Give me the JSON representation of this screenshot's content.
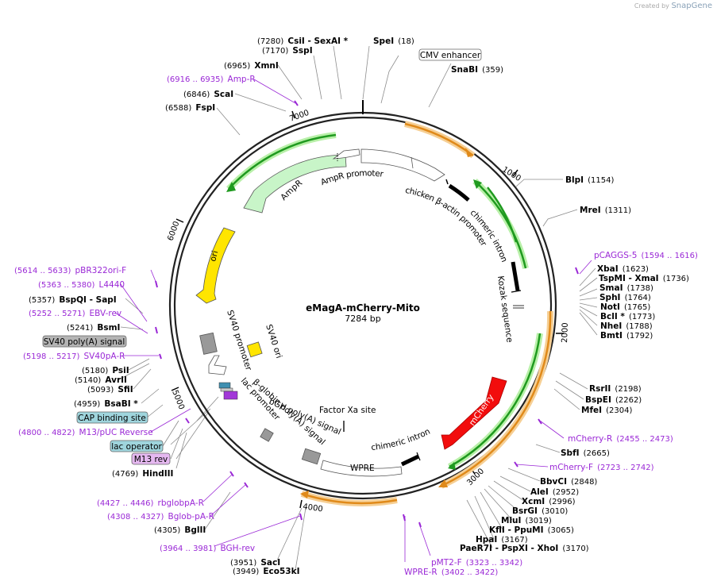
{
  "brand": {
    "prefix": "Created by",
    "name": "SnapGene"
  },
  "plasmid": {
    "name": "eMagA-mCherry-Mito",
    "size": "7284 bp"
  },
  "ticks": [
    "1000",
    "2000",
    "3000",
    "4000",
    "5000",
    "6000",
    "7000"
  ],
  "enzymes": [
    {
      "pos": "(7280)",
      "name": "CsiI",
      "extra": " - SexAI *"
    },
    {
      "pos": "(7170)",
      "name": "SspI"
    },
    {
      "pos": "(18)",
      "name": "SpeI"
    },
    {
      "pos": "(6965)",
      "name": "XmnI"
    },
    {
      "pos": "(359)",
      "name": "SnaBI"
    },
    {
      "pos": "(6846)",
      "name": "ScaI"
    },
    {
      "pos": "(6588)",
      "name": "FspI"
    },
    {
      "pos": "(1154)",
      "name": "BlpI"
    },
    {
      "pos": "(1311)",
      "name": "MreI"
    },
    {
      "pos": "(1623)",
      "name": "XbaI"
    },
    {
      "pos": "(1736)",
      "name": "TspMI",
      "extra": " - XmaI"
    },
    {
      "pos": "(1738)",
      "name": "SmaI"
    },
    {
      "pos": "(1764)",
      "name": "SphI"
    },
    {
      "pos": "(1765)",
      "name": "NotI"
    },
    {
      "pos": "(1773)",
      "name": "BclI *"
    },
    {
      "pos": "(1788)",
      "name": "NheI"
    },
    {
      "pos": "(1792)",
      "name": "BmtI"
    },
    {
      "pos": "(5357)",
      "name": "BspQI",
      "extra": " - SapI"
    },
    {
      "pos": "(5241)",
      "name": "BsmI"
    },
    {
      "pos": "(5180)",
      "name": "PsiI"
    },
    {
      "pos": "(5140)",
      "name": "AvrII"
    },
    {
      "pos": "(5093)",
      "name": "SfiI"
    },
    {
      "pos": "(4959)",
      "name": "BsaBI *"
    },
    {
      "pos": "(2198)",
      "name": "RsrII"
    },
    {
      "pos": "(2262)",
      "name": "BspEI"
    },
    {
      "pos": "(2304)",
      "name": "MfeI"
    },
    {
      "pos": "(2665)",
      "name": "SbfI"
    },
    {
      "pos": "(2848)",
      "name": "BbvCI"
    },
    {
      "pos": "(2952)",
      "name": "AleI"
    },
    {
      "pos": "(2996)",
      "name": "XcmI"
    },
    {
      "pos": "(3010)",
      "name": "BsrGI"
    },
    {
      "pos": "(3019)",
      "name": "MluI"
    },
    {
      "pos": "(3065)",
      "name": "KflI",
      "extra": " - PpuMI"
    },
    {
      "pos": "(3167)",
      "name": "HpaI"
    },
    {
      "pos": "(3170)",
      "name": "PaeR7I",
      "extra": " - PspXI  - XhoI"
    },
    {
      "pos": "(4769)",
      "name": "HindIII"
    },
    {
      "pos": "(4305)",
      "name": "BglII"
    },
    {
      "pos": "(3951)",
      "name": "SacI"
    },
    {
      "pos": "(3949)",
      "name": "Eco53kI"
    }
  ],
  "primers": [
    {
      "range": "(6916 .. 6935)",
      "name": "Amp-R"
    },
    {
      "range": "(1594 .. 1616)",
      "name": "pCAGGS-5"
    },
    {
      "range": "(5614 .. 5633)",
      "name": "pBR322ori-F"
    },
    {
      "range": "(5363 .. 5380)",
      "name": "L4440"
    },
    {
      "range": "(5252 .. 5271)",
      "name": "EBV-rev"
    },
    {
      "range": "(5198 .. 5217)",
      "name": "SV40pA-R"
    },
    {
      "range": "(4800 .. 4822)",
      "name": "M13/pUC Reverse"
    },
    {
      "range": "(2455 .. 2473)",
      "name": "mCherry-R"
    },
    {
      "range": "(2723 .. 2742)",
      "name": "mCherry-F"
    },
    {
      "range": "(4427 .. 4446)",
      "name": "rbglobpA-R"
    },
    {
      "range": "(4308 .. 4327)",
      "name": "Bglob-pA-R"
    },
    {
      "range": "(3964 .. 3981)",
      "name": "BGH-rev"
    },
    {
      "range": "(3323 .. 3342)",
      "name": "pMT2-F"
    },
    {
      "range": "(3402 .. 3422)",
      "name": "WPRE-R"
    }
  ],
  "boxed_labels": [
    {
      "text": "CMV enhancer",
      "style": "white"
    },
    {
      "text": "SV40 poly(A) signal",
      "style": "gray"
    },
    {
      "text": "CAP binding site",
      "style": "teal"
    },
    {
      "text": "lac operator",
      "style": "teal"
    },
    {
      "text": "M13 rev",
      "style": "violet"
    }
  ],
  "features": [
    "AmpR promoter",
    "AmpR",
    "ori",
    "chicken β-actin promoter",
    "chimeric intron",
    "Kozak sequence",
    "SV40 promoter",
    "SV40 ori",
    "lac promoter",
    "β-globin poly(A) signal",
    "bGH poly(A) signal",
    "Factor Xa site",
    "chimeric intron",
    "WPRE",
    "mCherry"
  ],
  "colors": {
    "green": "#1f9a1f",
    "green_glow": "#b8f0a8",
    "orange": "#e08a1a",
    "orange_glow": "#f6cf94",
    "yellow": "#ffe500",
    "red": "#f20d0d",
    "primer": "#9a28d6",
    "amp_fill": "#c8f5c8"
  }
}
